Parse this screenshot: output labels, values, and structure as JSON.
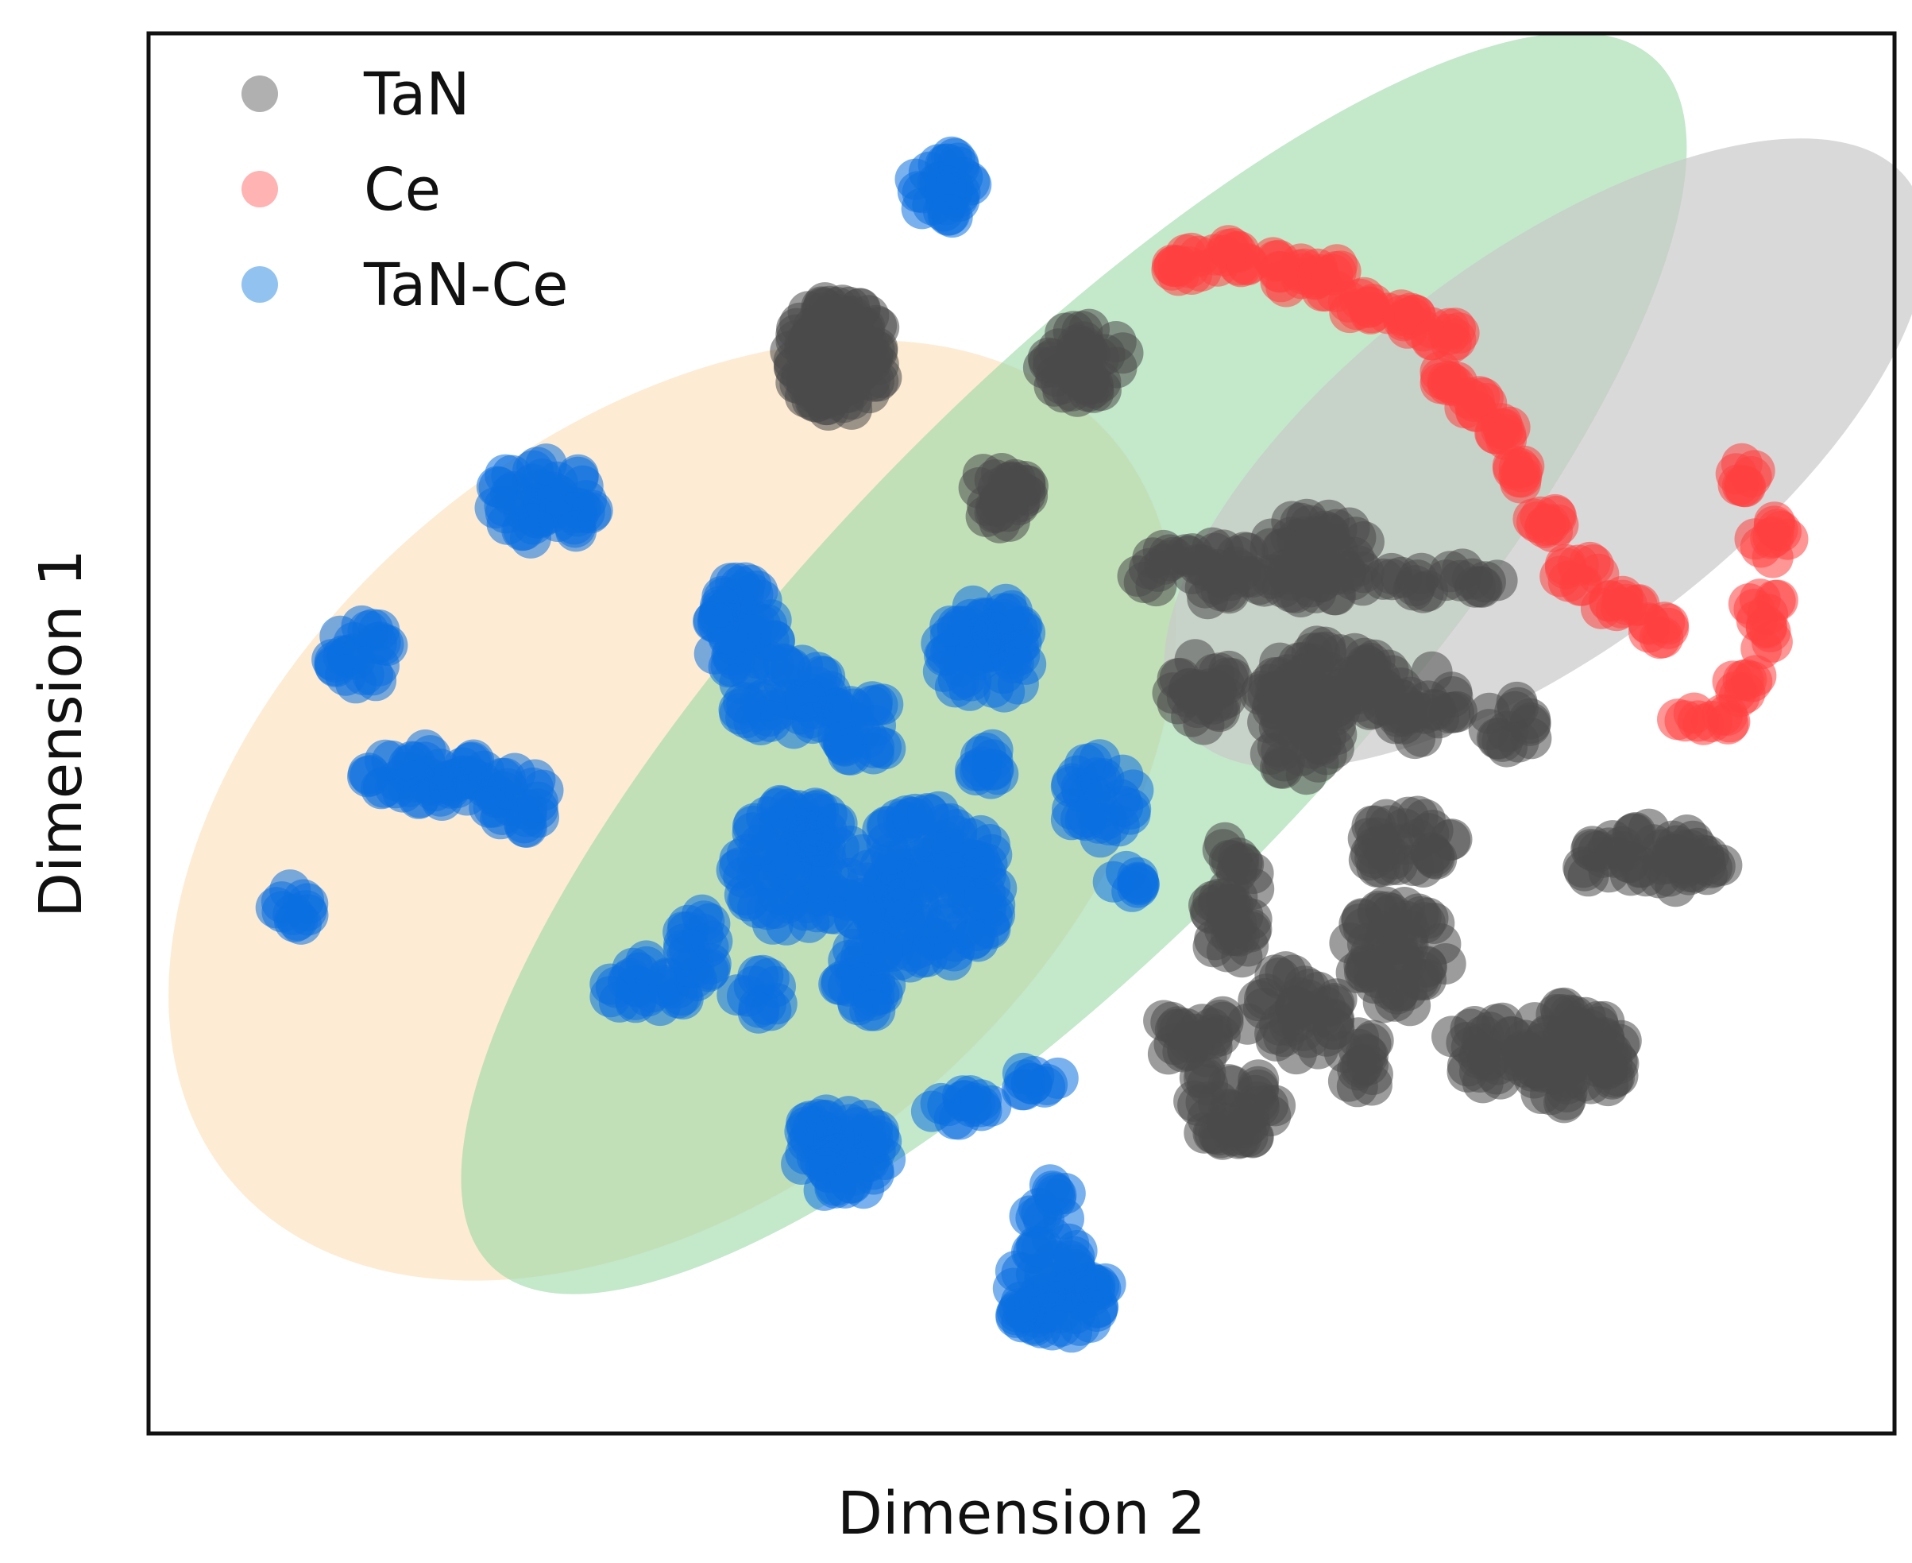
{
  "chart_data": {
    "type": "scatter",
    "title": "",
    "xlabel": "Dimension 2",
    "ylabel": "Dimension 1",
    "xlim": [
      0,
      100
    ],
    "ylim": [
      0,
      100
    ],
    "ticks": "none",
    "grid": false,
    "legend_position": "top-left",
    "series": [
      {
        "name": "TaN",
        "color": "#4a4a4a",
        "legend_color": "#b0b0b0",
        "clusters": [
          {
            "x": 39.5,
            "y": 77.0,
            "rx": 2.8,
            "ry": 4.0,
            "n": 120
          },
          {
            "x": 53.5,
            "y": 76.5,
            "rx": 2.4,
            "ry": 2.5,
            "n": 40
          },
          {
            "x": 49.0,
            "y": 67.3,
            "rx": 1.5,
            "ry": 2.5,
            "n": 30
          },
          {
            "x": 60.5,
            "y": 61.5,
            "rx": 4.0,
            "ry": 2.0,
            "n": 40
          },
          {
            "x": 67.0,
            "y": 62.5,
            "rx": 3.3,
            "ry": 3.0,
            "n": 60
          },
          {
            "x": 74.0,
            "y": 61.0,
            "rx": 3.3,
            "ry": 1.0,
            "n": 20
          },
          {
            "x": 67.5,
            "y": 53.5,
            "rx": 4.0,
            "ry": 3.0,
            "n": 70
          },
          {
            "x": 60.5,
            "y": 53.0,
            "rx": 2.0,
            "ry": 2.5,
            "n": 30
          },
          {
            "x": 66.0,
            "y": 50.0,
            "rx": 2.3,
            "ry": 3.0,
            "n": 40
          },
          {
            "x": 73.0,
            "y": 52.0,
            "rx": 2.0,
            "ry": 2.5,
            "n": 25
          },
          {
            "x": 78.0,
            "y": 50.5,
            "rx": 1.5,
            "ry": 1.8,
            "n": 15
          },
          {
            "x": 72.0,
            "y": 42.0,
            "rx": 2.8,
            "ry": 2.2,
            "n": 35
          },
          {
            "x": 86.0,
            "y": 41.0,
            "rx": 4.3,
            "ry": 2.2,
            "n": 55
          },
          {
            "x": 62.0,
            "y": 38.0,
            "rx": 1.5,
            "ry": 4.5,
            "n": 40
          },
          {
            "x": 65.5,
            "y": 30.0,
            "rx": 2.8,
            "ry": 3.0,
            "n": 40
          },
          {
            "x": 60.0,
            "y": 28.5,
            "rx": 2.3,
            "ry": 2.0,
            "n": 25
          },
          {
            "x": 62.0,
            "y": 23.5,
            "rx": 2.8,
            "ry": 2.8,
            "n": 40
          },
          {
            "x": 71.5,
            "y": 34.0,
            "rx": 3.0,
            "ry": 4.0,
            "n": 60
          },
          {
            "x": 69.5,
            "y": 26.5,
            "rx": 1.3,
            "ry": 1.8,
            "n": 15
          },
          {
            "x": 76.5,
            "y": 27.5,
            "rx": 2.0,
            "ry": 2.5,
            "n": 25
          },
          {
            "x": 81.5,
            "y": 27.0,
            "rx": 3.0,
            "ry": 3.5,
            "n": 80
          }
        ]
      },
      {
        "name": "Ce",
        "color": "#ff4040",
        "legend_color": "#ffb3b3",
        "clusters": [
          {
            "x": 59.5,
            "y": 83.5,
            "rx": 1.0,
            "ry": 1.0,
            "n": 12
          },
          {
            "x": 62.0,
            "y": 84.0,
            "rx": 1.3,
            "ry": 0.9,
            "n": 12
          },
          {
            "x": 65.0,
            "y": 83.0,
            "rx": 1.3,
            "ry": 1.2,
            "n": 12
          },
          {
            "x": 67.5,
            "y": 82.5,
            "rx": 1.1,
            "ry": 1.3,
            "n": 12
          },
          {
            "x": 69.5,
            "y": 80.5,
            "rx": 0.8,
            "ry": 1.0,
            "n": 10
          },
          {
            "x": 71.5,
            "y": 79.5,
            "rx": 1.3,
            "ry": 0.8,
            "n": 10
          },
          {
            "x": 74.0,
            "y": 78.5,
            "rx": 1.3,
            "ry": 0.7,
            "n": 10
          },
          {
            "x": 74.5,
            "y": 75.5,
            "rx": 0.7,
            "ry": 0.8,
            "n": 8
          },
          {
            "x": 76.0,
            "y": 73.5,
            "rx": 0.8,
            "ry": 0.8,
            "n": 8
          },
          {
            "x": 77.5,
            "y": 71.5,
            "rx": 0.8,
            "ry": 0.8,
            "n": 8
          },
          {
            "x": 78.5,
            "y": 68.5,
            "rx": 0.6,
            "ry": 0.9,
            "n": 8
          },
          {
            "x": 80.0,
            "y": 65.0,
            "rx": 0.8,
            "ry": 1.0,
            "n": 10
          },
          {
            "x": 82.0,
            "y": 61.5,
            "rx": 1.2,
            "ry": 1.0,
            "n": 10
          },
          {
            "x": 84.5,
            "y": 59.0,
            "rx": 1.3,
            "ry": 0.8,
            "n": 10
          },
          {
            "x": 86.5,
            "y": 57.5,
            "rx": 0.8,
            "ry": 0.7,
            "n": 8
          },
          {
            "x": 91.5,
            "y": 68.5,
            "rx": 0.7,
            "ry": 1.0,
            "n": 8
          },
          {
            "x": 93.0,
            "y": 64.0,
            "rx": 1.0,
            "ry": 1.5,
            "n": 10
          },
          {
            "x": 92.5,
            "y": 58.5,
            "rx": 0.9,
            "ry": 2.5,
            "n": 12
          },
          {
            "x": 91.5,
            "y": 53.5,
            "rx": 0.8,
            "ry": 1.0,
            "n": 8
          },
          {
            "x": 89.0,
            "y": 51.0,
            "rx": 1.8,
            "ry": 0.6,
            "n": 10
          }
        ]
      },
      {
        "name": "TaN-Ce",
        "color": "#0b6fe0",
        "legend_color": "#92c3f0",
        "clusters": [
          {
            "x": 45.5,
            "y": 89.0,
            "rx": 1.8,
            "ry": 2.3,
            "n": 30
          },
          {
            "x": 22.5,
            "y": 66.5,
            "rx": 3.0,
            "ry": 2.8,
            "n": 50
          },
          {
            "x": 12.3,
            "y": 55.5,
            "rx": 1.8,
            "ry": 2.2,
            "n": 25
          },
          {
            "x": 16.0,
            "y": 47.0,
            "rx": 3.5,
            "ry": 2.0,
            "n": 50
          },
          {
            "x": 21.0,
            "y": 45.5,
            "rx": 1.8,
            "ry": 2.5,
            "n": 25
          },
          {
            "x": 8.0,
            "y": 37.5,
            "rx": 1.2,
            "ry": 1.5,
            "n": 12
          },
          {
            "x": 34.0,
            "y": 57.5,
            "rx": 2.0,
            "ry": 3.5,
            "n": 50
          },
          {
            "x": 36.5,
            "y": 52.5,
            "rx": 3.0,
            "ry": 2.5,
            "n": 45
          },
          {
            "x": 41.0,
            "y": 50.5,
            "rx": 2.0,
            "ry": 2.3,
            "n": 25
          },
          {
            "x": 48.0,
            "y": 56.0,
            "rx": 2.8,
            "ry": 3.5,
            "n": 60
          },
          {
            "x": 48.5,
            "y": 47.5,
            "rx": 1.2,
            "ry": 1.5,
            "n": 12
          },
          {
            "x": 54.5,
            "y": 45.5,
            "rx": 2.0,
            "ry": 3.0,
            "n": 30
          },
          {
            "x": 56.0,
            "y": 39.0,
            "rx": 0.8,
            "ry": 1.3,
            "n": 8
          },
          {
            "x": 37.0,
            "y": 40.5,
            "rx": 3.5,
            "ry": 4.5,
            "n": 90
          },
          {
            "x": 44.5,
            "y": 39.0,
            "rx": 4.5,
            "ry": 5.5,
            "n": 140
          },
          {
            "x": 41.0,
            "y": 32.5,
            "rx": 1.5,
            "ry": 3.0,
            "n": 30
          },
          {
            "x": 28.5,
            "y": 32.0,
            "rx": 2.5,
            "ry": 1.8,
            "n": 25
          },
          {
            "x": 31.5,
            "y": 34.5,
            "rx": 1.0,
            "ry": 2.8,
            "n": 20
          },
          {
            "x": 35.0,
            "y": 31.5,
            "rx": 1.3,
            "ry": 1.5,
            "n": 12
          },
          {
            "x": 39.5,
            "y": 20.0,
            "rx": 2.8,
            "ry": 3.0,
            "n": 60
          },
          {
            "x": 46.5,
            "y": 23.0,
            "rx": 2.0,
            "ry": 1.2,
            "n": 15
          },
          {
            "x": 51.0,
            "y": 25.0,
            "rx": 1.3,
            "ry": 1.3,
            "n": 10
          },
          {
            "x": 51.5,
            "y": 16.5,
            "rx": 1.3,
            "ry": 1.8,
            "n": 12
          },
          {
            "x": 52.0,
            "y": 10.5,
            "rx": 3.0,
            "ry": 3.5,
            "n": 70
          }
        ]
      }
    ],
    "overlays": [
      {
        "shape": "ellipse",
        "cx": 30.0,
        "cy": 44.5,
        "rx": 33.0,
        "ry": 27.0,
        "angle": 40,
        "fill": "#fbe0b5",
        "opacity": 0.6
      },
      {
        "shape": "ellipse",
        "cx": 53.0,
        "cy": 55.0,
        "rx": 48.0,
        "ry": 19.0,
        "angle": 46,
        "fill": "#9bd8a6",
        "opacity": 0.6
      },
      {
        "shape": "ellipse",
        "cx": 80.0,
        "cy": 70.0,
        "rx": 26.0,
        "ry": 14.0,
        "angle": 37,
        "fill": "#c9c9c9",
        "opacity": 0.7
      }
    ]
  }
}
